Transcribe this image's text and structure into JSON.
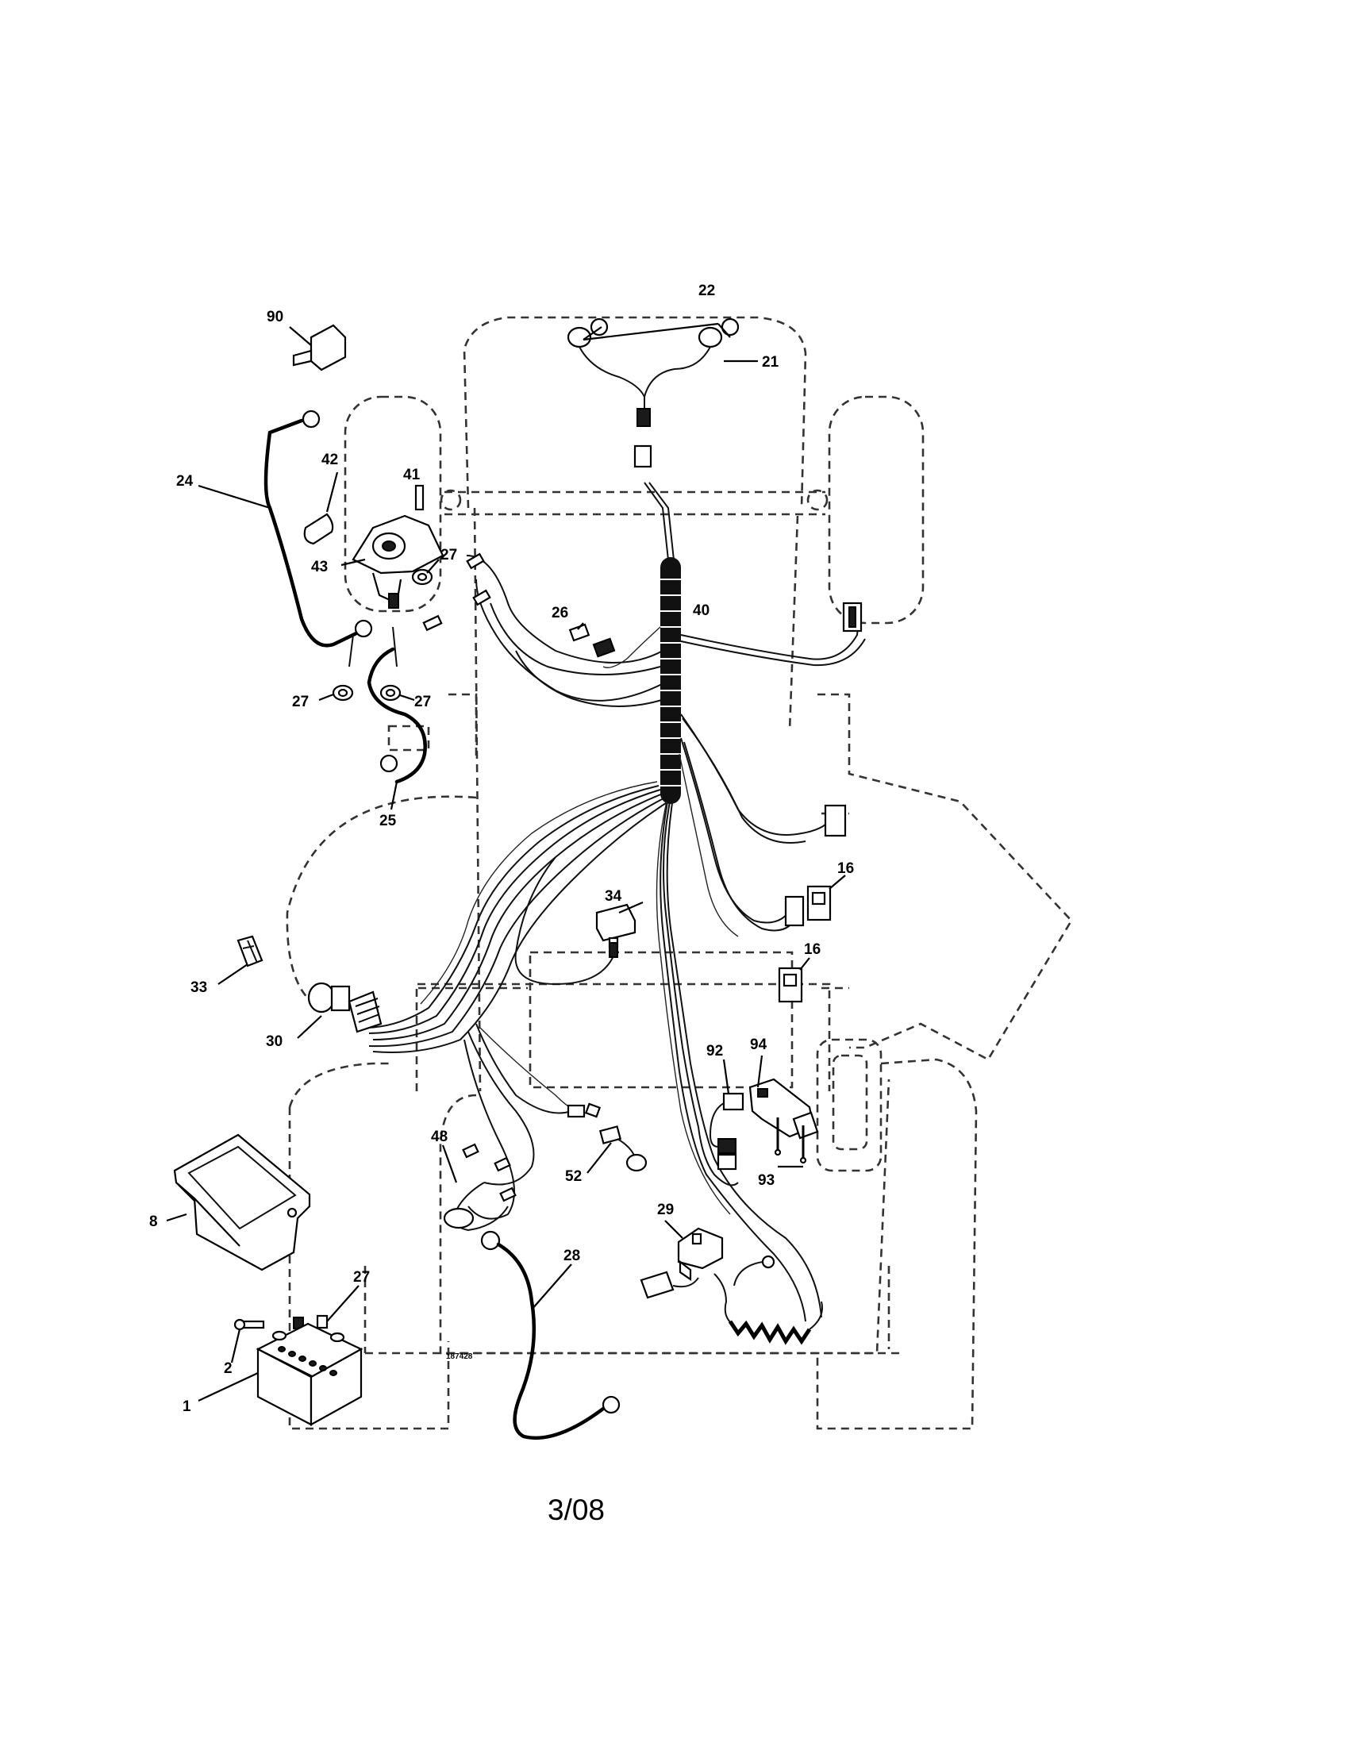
{
  "callouts": {
    "c1": "1",
    "c2": "2",
    "c8": "8",
    "c16a": "16",
    "c16b": "16",
    "c21": "21",
    "c22": "22",
    "c24": "24",
    "c25": "25",
    "c26": "26",
    "c27a": "27",
    "c27b": "27",
    "c27c": "27",
    "c27d": "27",
    "c28": "28",
    "c29": "29",
    "c30": "30",
    "c33": "33",
    "c34": "34",
    "c40": "40",
    "c41": "41",
    "c42": "42",
    "c43": "43",
    "c48": "48",
    "c52": "52",
    "c90": "90",
    "c92": "92",
    "c93": "93",
    "c94": "94"
  },
  "drawing_number": "187428",
  "footer_code": "3/08"
}
